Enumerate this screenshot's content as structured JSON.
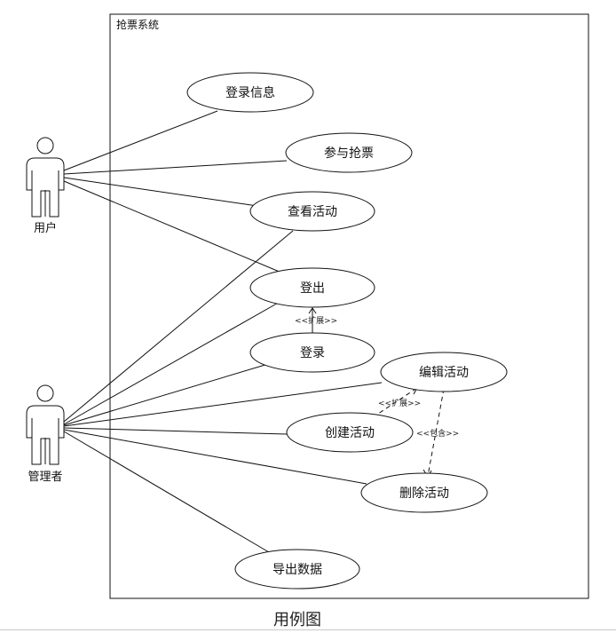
{
  "system": {
    "name": "抢票系统"
  },
  "actors": {
    "user": "用户",
    "admin": "管理者"
  },
  "use_cases": {
    "login_info": "登录信息",
    "join_ticket": "参与抢票",
    "view_activity": "查看活动",
    "logout": "登出",
    "login": "登录",
    "edit_activity": "编辑活动",
    "create_activity": "创建活动",
    "delete_activity": "删除活动",
    "export_data": "导出数据"
  },
  "relations": {
    "extend1": "<<扩展>>",
    "extend2": "<<扩展>>",
    "include": "<<包含>>"
  },
  "caption": "用例图"
}
